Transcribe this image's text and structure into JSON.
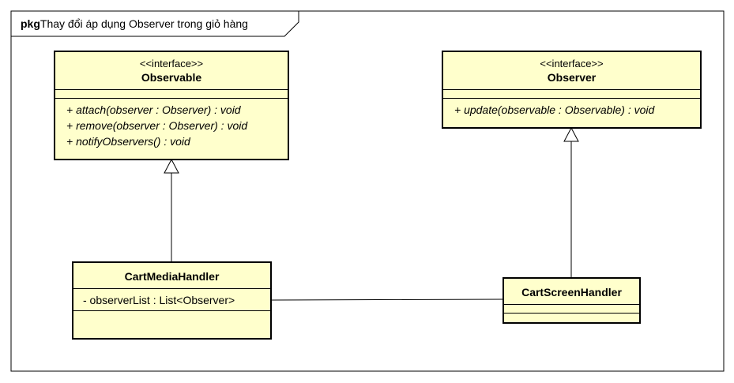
{
  "package": {
    "keyword": "pkg",
    "name": "Thay đổi áp dụng Observer trong giỏ hàng"
  },
  "classes": {
    "observable": {
      "stereotype": "<<interface>>",
      "name": "Observable",
      "operations": [
        "+ attach(observer : Observer) : void",
        "+ remove(observer : Observer) : void",
        "+ notifyObservers() : void"
      ]
    },
    "observer": {
      "stereotype": "<<interface>>",
      "name": "Observer",
      "operations": [
        "+ update(observable : Observable) : void"
      ]
    },
    "cart_media_handler": {
      "name": "CartMediaHandler",
      "attributes": [
        "- observerList : List<Observer>"
      ]
    },
    "cart_screen_handler": {
      "name": "CartScreenHandler"
    }
  },
  "colors": {
    "class_fill": "#ffffcc",
    "stroke": "#000000"
  }
}
